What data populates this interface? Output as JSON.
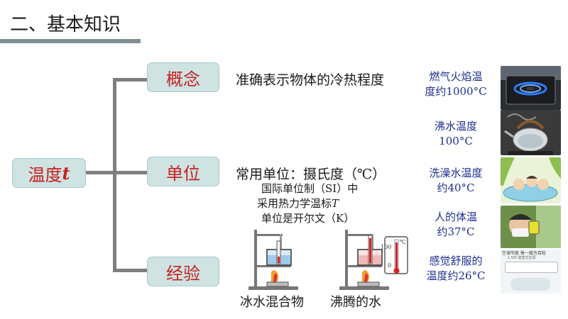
{
  "title": "二、基本知识",
  "root": {
    "label": "温度",
    "variable": "t"
  },
  "branches": [
    {
      "label": "概念"
    },
    {
      "label": "单位"
    },
    {
      "label": "经验"
    }
  ],
  "concept_text": "准确表示物体的冷热程度",
  "unit": {
    "common": "常用单位：摄氏度（℃）",
    "si_line1": "国际单位制（SI）中",
    "si_line2_prefix": "采用热力学温标",
    "si_symbol": "T",
    "si_line3": "单位是开尔文（K）"
  },
  "experiments": [
    {
      "caption": "冰水混合物"
    },
    {
      "caption": "沸腾的水"
    }
  ],
  "thermometer": {
    "top_label": "100",
    "bottom_label": "0",
    "unit": "℃"
  },
  "facts": [
    {
      "line1": "燃气火焰温",
      "line2_text": "度约",
      "line2_value": "1000°C",
      "icon": "gas-flame-icon"
    },
    {
      "line1": "沸水温度",
      "line2_text": "",
      "line2_value": "100°C",
      "icon": "boiling-kettle-icon"
    },
    {
      "line1": "洗澡水温度",
      "line2_text": "约",
      "line2_value": "40°C",
      "icon": "bathing-icon"
    },
    {
      "line1": "人的体温",
      "line2_text": "约",
      "line2_value": "37°C",
      "icon": "body-temperature-icon"
    },
    {
      "line1": "感觉舒服的",
      "line2_text": "温度约",
      "line2_value": "26°C",
      "icon": "air-conditioner-icon"
    }
  ],
  "photo_texts": {
    "ac_ad_line1": "空调节能 每一度为百姓",
    "ac_ad_line2": "1.5匹 壁挂式空调"
  },
  "colors": {
    "box_fill": "#cfe3e3",
    "box_text": "#c81e1e",
    "fact_text": "#1f2f8f",
    "connector": "#7f7f7f"
  }
}
